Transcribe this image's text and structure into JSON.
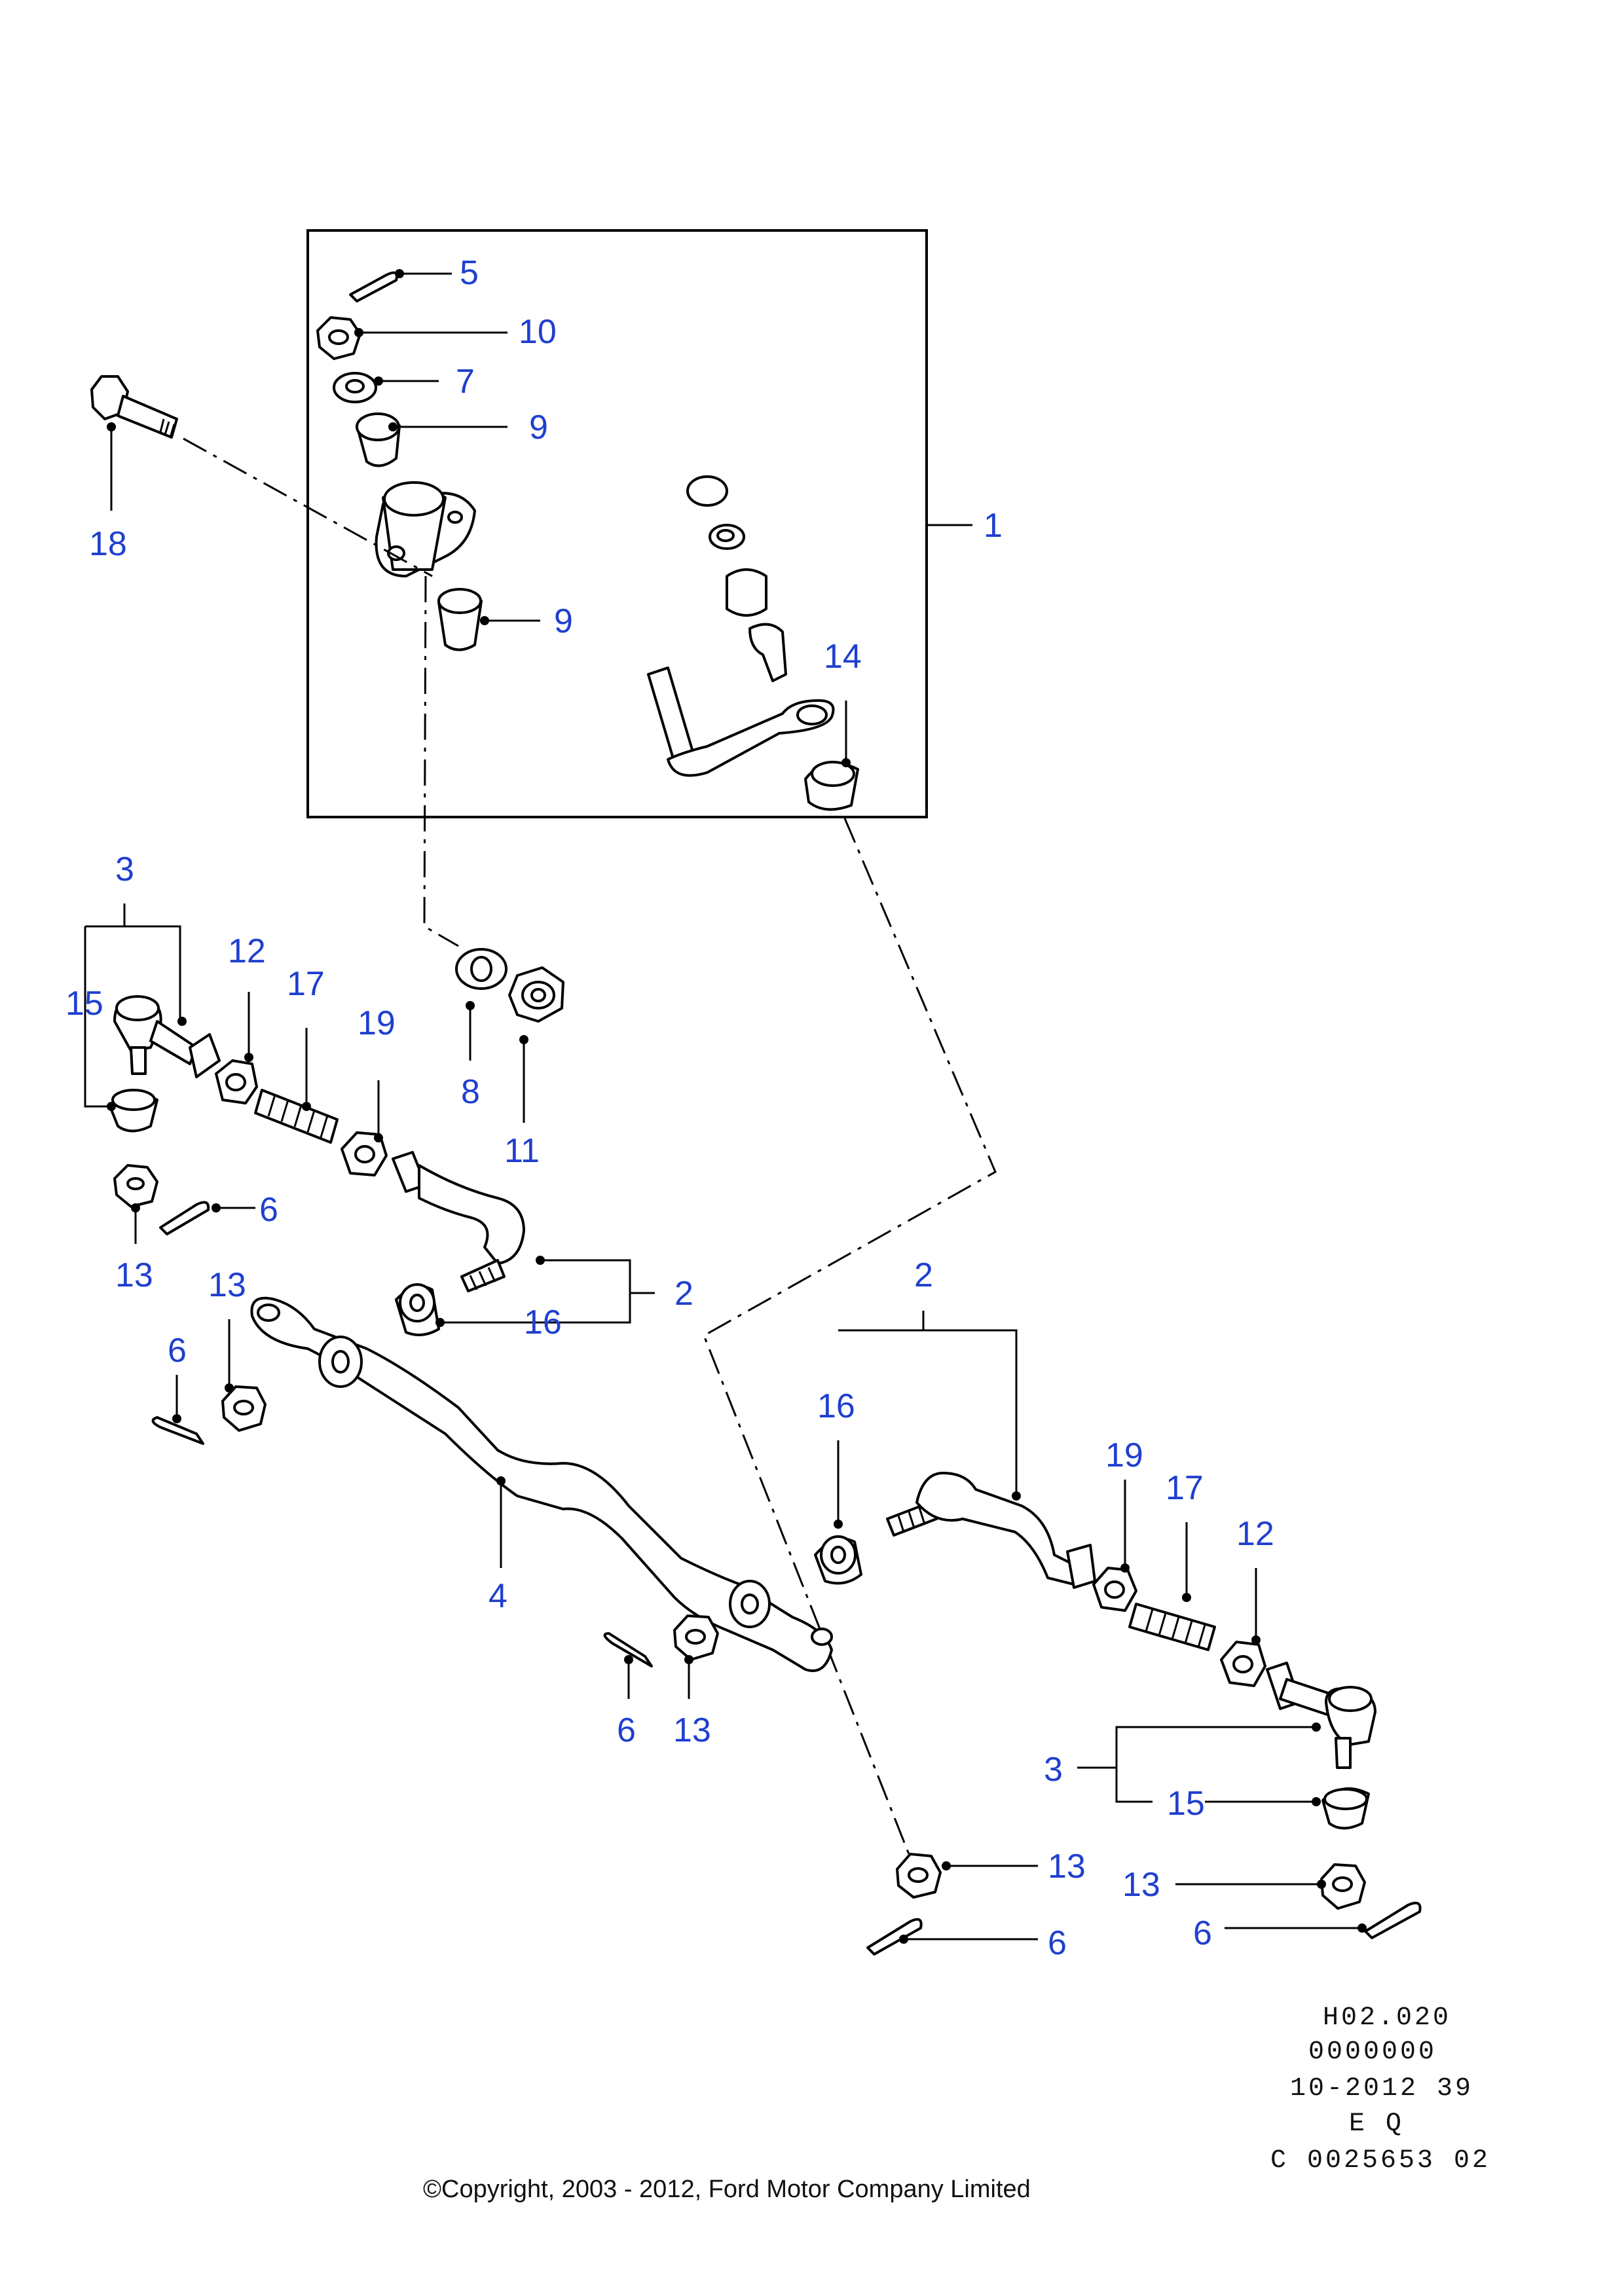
{
  "callouts": {
    "c5": "5",
    "c10": "10",
    "c7": "7",
    "c9a": "9",
    "c9b": "9",
    "c18": "18",
    "c1": "1",
    "c14": "14",
    "c3a": "3",
    "c15a": "15",
    "c12a": "12",
    "c17a": "17",
    "c19a": "19",
    "c8": "8",
    "c11": "11",
    "c6a": "6",
    "c13a": "13",
    "c2a": "2",
    "c16a": "16",
    "c13b": "13",
    "c6b": "6",
    "c4": "4",
    "c6c": "6",
    "c13c": "13",
    "c2b": "2",
    "c16b": "16",
    "c19b": "19",
    "c17b": "17",
    "c12b": "12",
    "c3b": "3",
    "c15b": "15",
    "c13d": "13",
    "c13e": "13",
    "c6d": "6",
    "c6e": "6"
  },
  "codes": {
    "line1": "H02.020",
    "line2": "0000000",
    "line3": "10-2012 39",
    "line4": "E Q",
    "line5": "C 0025653 02"
  },
  "copyright": "©Copyright, 2003 - 2012, Ford Motor Company Limited",
  "colors": {
    "callout": "#1f3fcf",
    "lines": "#000000"
  }
}
